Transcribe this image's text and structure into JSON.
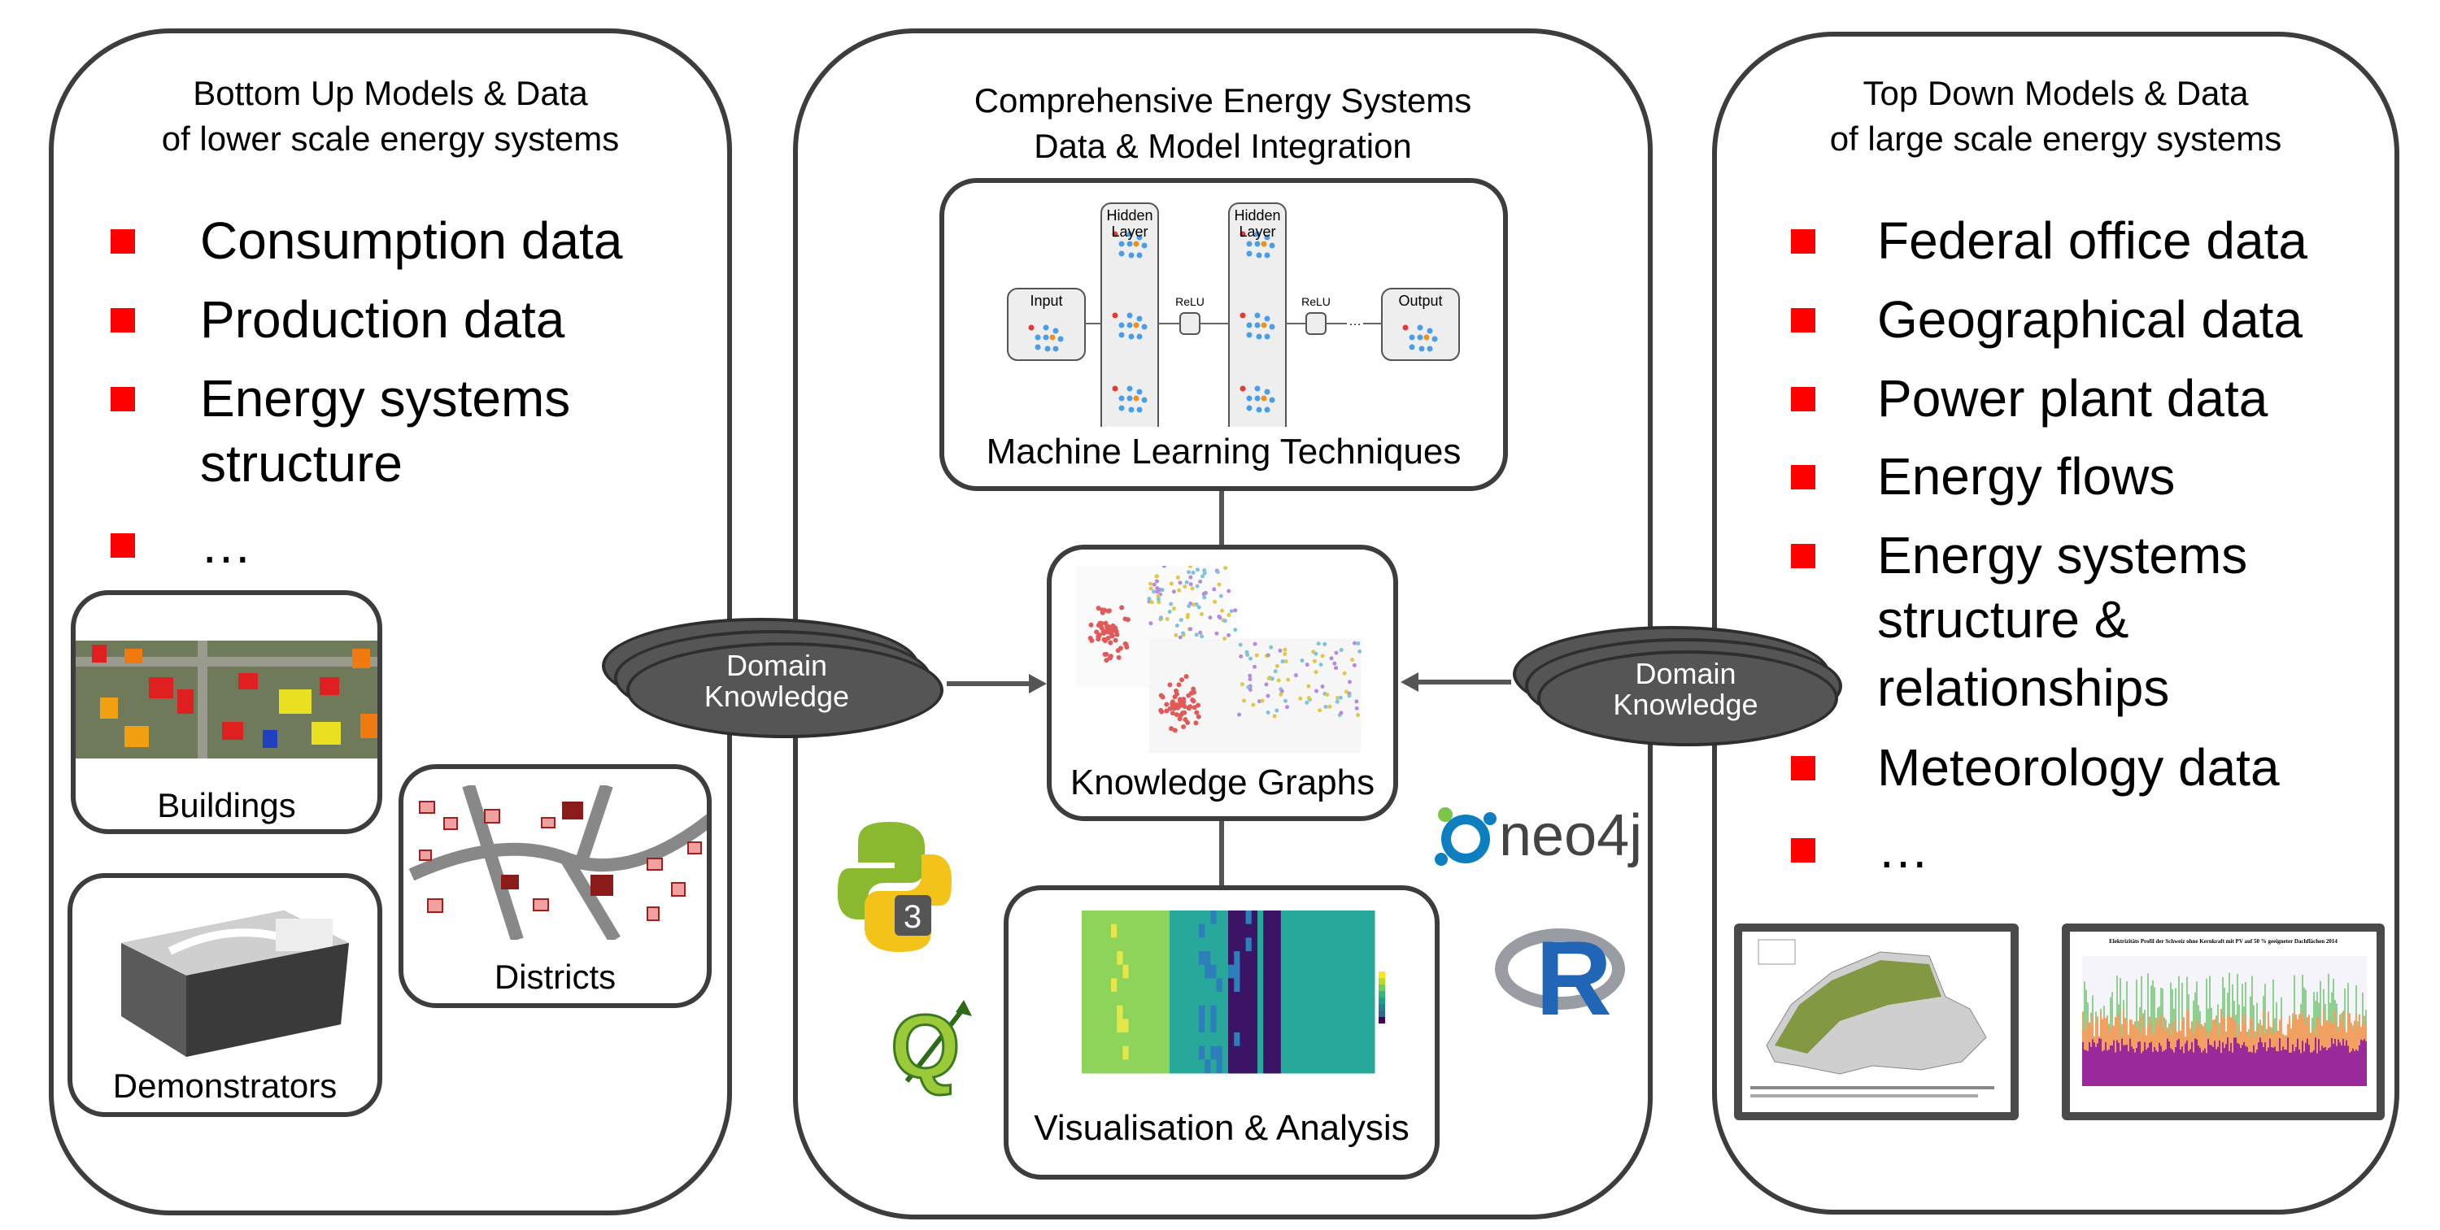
{
  "left_panel": {
    "title_line1": "Bottom Up Models & Data",
    "title_line2": "of lower scale energy systems",
    "bullets": [
      "Consumption data",
      "Production data",
      "Energy systems",
      "structure",
      "…"
    ],
    "bullet_color": "#ff0000",
    "cards": {
      "buildings": "Buildings",
      "districts": "Districts",
      "demonstrators": "Demonstrators"
    }
  },
  "center_panel": {
    "title_line1": "Comprehensive Energy Systems",
    "title_line2": "Data & Model Integration",
    "ml": {
      "caption": "Machine Learning Techniques",
      "input": "Input",
      "hidden1_a": "Hidden",
      "hidden1_b": "Layer",
      "hidden2_a": "Hidden",
      "hidden2_b": "Layer",
      "relu1": "ReLU",
      "relu2": "ReLU",
      "ellipsis": "…",
      "output": "Output"
    },
    "kg": {
      "caption": "Knowledge Graphs"
    },
    "vis": {
      "caption": "Visualisation & Analysis"
    },
    "logos": {
      "neo4j": "neo4j",
      "r": "R",
      "python_version": "3",
      "qgis": "Q"
    }
  },
  "domain_knowledge_left": {
    "line1": "Domain",
    "line2": "Knowledge"
  },
  "domain_knowledge_right": {
    "line1": "Domain",
    "line2": "Knowledge"
  },
  "right_panel": {
    "title_line1": "Top Down Models & Data",
    "title_line2": "of large scale energy systems",
    "bullets": [
      "Federal office data",
      "Geographical data",
      "Power plant data",
      "Energy flows",
      "Energy systems",
      "structure &",
      "relationships",
      "Meteorology data",
      "…"
    ],
    "chart_title": "Elektrizitäts Profil der Schweiz ohne Kernkraft mit PV auf 50 % geeigneter Dachflächen 2014"
  }
}
